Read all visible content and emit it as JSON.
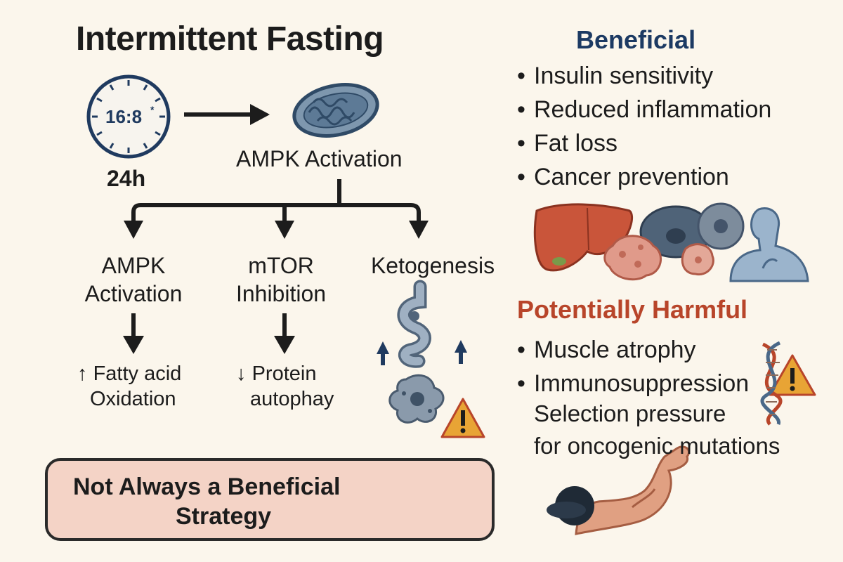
{
  "title": "Intermittent Fasting",
  "clock": {
    "time": "16:8",
    "marker": "*",
    "hours": "24h"
  },
  "top_node": "AMPK Activation",
  "branches": [
    {
      "line1": "AMPK",
      "line2": "Activation"
    },
    {
      "line1": "mTOR",
      "line2": "Inhibition"
    },
    {
      "line1": "Ketogenesis"
    }
  ],
  "effects": [
    {
      "arrow": "↑",
      "line1": "Fatty acid",
      "line2": "Oxidation"
    },
    {
      "arrow": "↓",
      "line1": "Protein",
      "line2": "autophay"
    }
  ],
  "callout": {
    "line1": "Not Always a Beneficial",
    "line2": "Strategy"
  },
  "beneficial": {
    "heading": "Beneficial",
    "items": [
      "Insulin sensitivity",
      "Reduced inflammation",
      "Fat loss",
      "Cancer prevention"
    ]
  },
  "harmful": {
    "heading": "Potentially Harmful",
    "items": [
      "Muscle atrophy",
      "Immunosuppression"
    ],
    "extra_lines": [
      "Selection pressure",
      "for oncogenic mutations"
    ]
  },
  "icons": {
    "clock": "clock-icon",
    "mitochondrion": "mitochondrion-icon",
    "intestine": "intestine-icon",
    "cell": "cancer-cell-icon",
    "warning": "warning-icon",
    "liver": "liver-icon",
    "tumor": "tumor-cells-icon",
    "body": "human-body-icon",
    "dna": "dna-icon",
    "muscle": "muscle-arm-icon"
  },
  "colors": {
    "beneficial": "#1c3a63",
    "harmful": "#b8452a",
    "callout_fill": "#f4d3c6",
    "warning": "#e8a435"
  }
}
